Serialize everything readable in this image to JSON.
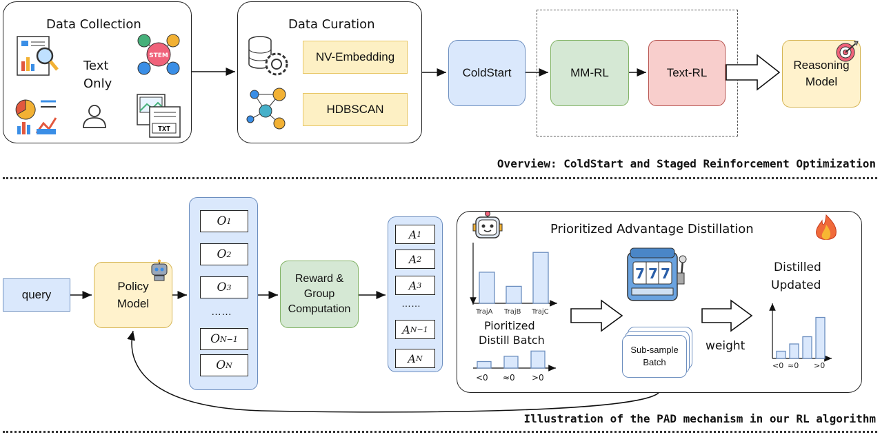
{
  "overview": {
    "caption": "Overview: ColdStart and Staged Reinforcement Optimization",
    "data_collection": {
      "title": "Data Collection",
      "text_only": [
        "Text",
        "Only"
      ],
      "stem_label": "STEM",
      "txt_label": "TXT"
    },
    "data_curation": {
      "title": "Data Curation",
      "method1": "NV-Embedding",
      "method2": "HDBSCAN"
    },
    "stages": {
      "coldstart": "ColdStart",
      "mmrl": "MM-RL",
      "textrl": "Text-RL"
    },
    "reasoning_model": [
      "Reasoning",
      "Model"
    ]
  },
  "pad": {
    "caption": "Illustration of the PAD mechanism in our RL algorithm",
    "query": "query",
    "policy_model": [
      "Policy",
      "Model"
    ],
    "outputs": [
      {
        "base": "O",
        "sub": "1"
      },
      {
        "base": "O",
        "sub": "2"
      },
      {
        "base": "O",
        "sub": "3"
      },
      {
        "base": "……",
        "sub": ""
      },
      {
        "base": "O",
        "sub": "N−1"
      },
      {
        "base": "O",
        "sub": "N"
      }
    ],
    "reward": [
      "Reward &",
      "Group",
      "Computation"
    ],
    "advantages": [
      {
        "base": "A",
        "sub": "1"
      },
      {
        "base": "A",
        "sub": "2"
      },
      {
        "base": "A",
        "sub": "3"
      },
      {
        "base": "……",
        "sub": ""
      },
      {
        "base": "A",
        "sub": "N−1"
      },
      {
        "base": "A",
        "sub": "N"
      }
    ],
    "distill_panel": {
      "title": "Prioritized Advantage Distillation",
      "traj_labels": [
        "TrajA",
        "TrajB",
        "TrajC"
      ],
      "traj_values": [
        0.55,
        0.3,
        0.9
      ],
      "batch_label": [
        "Pioritized",
        "Distill Batch"
      ],
      "sign_labels": [
        "<0",
        "≈0",
        ">0"
      ],
      "sign_values": [
        0.25,
        0.45,
        0.65
      ],
      "slot_digits": [
        "7",
        "7",
        "7"
      ],
      "subsample": [
        "Sub-sample",
        "Batch"
      ],
      "weight": "weight",
      "distilled": [
        "Distilled",
        "Updated"
      ],
      "distilled_values": [
        0.15,
        0.3,
        0.45,
        0.85
      ]
    }
  },
  "colors": {
    "blue_fill": "#dae8fc",
    "blue_border": "#6c8ebf",
    "yellow_fill": "#fff2cc",
    "yellow_border": "#d6b656",
    "green_fill": "#d5e8d4",
    "green_border": "#82b366",
    "red_fill": "#f8cecc",
    "red_border": "#b85450"
  }
}
